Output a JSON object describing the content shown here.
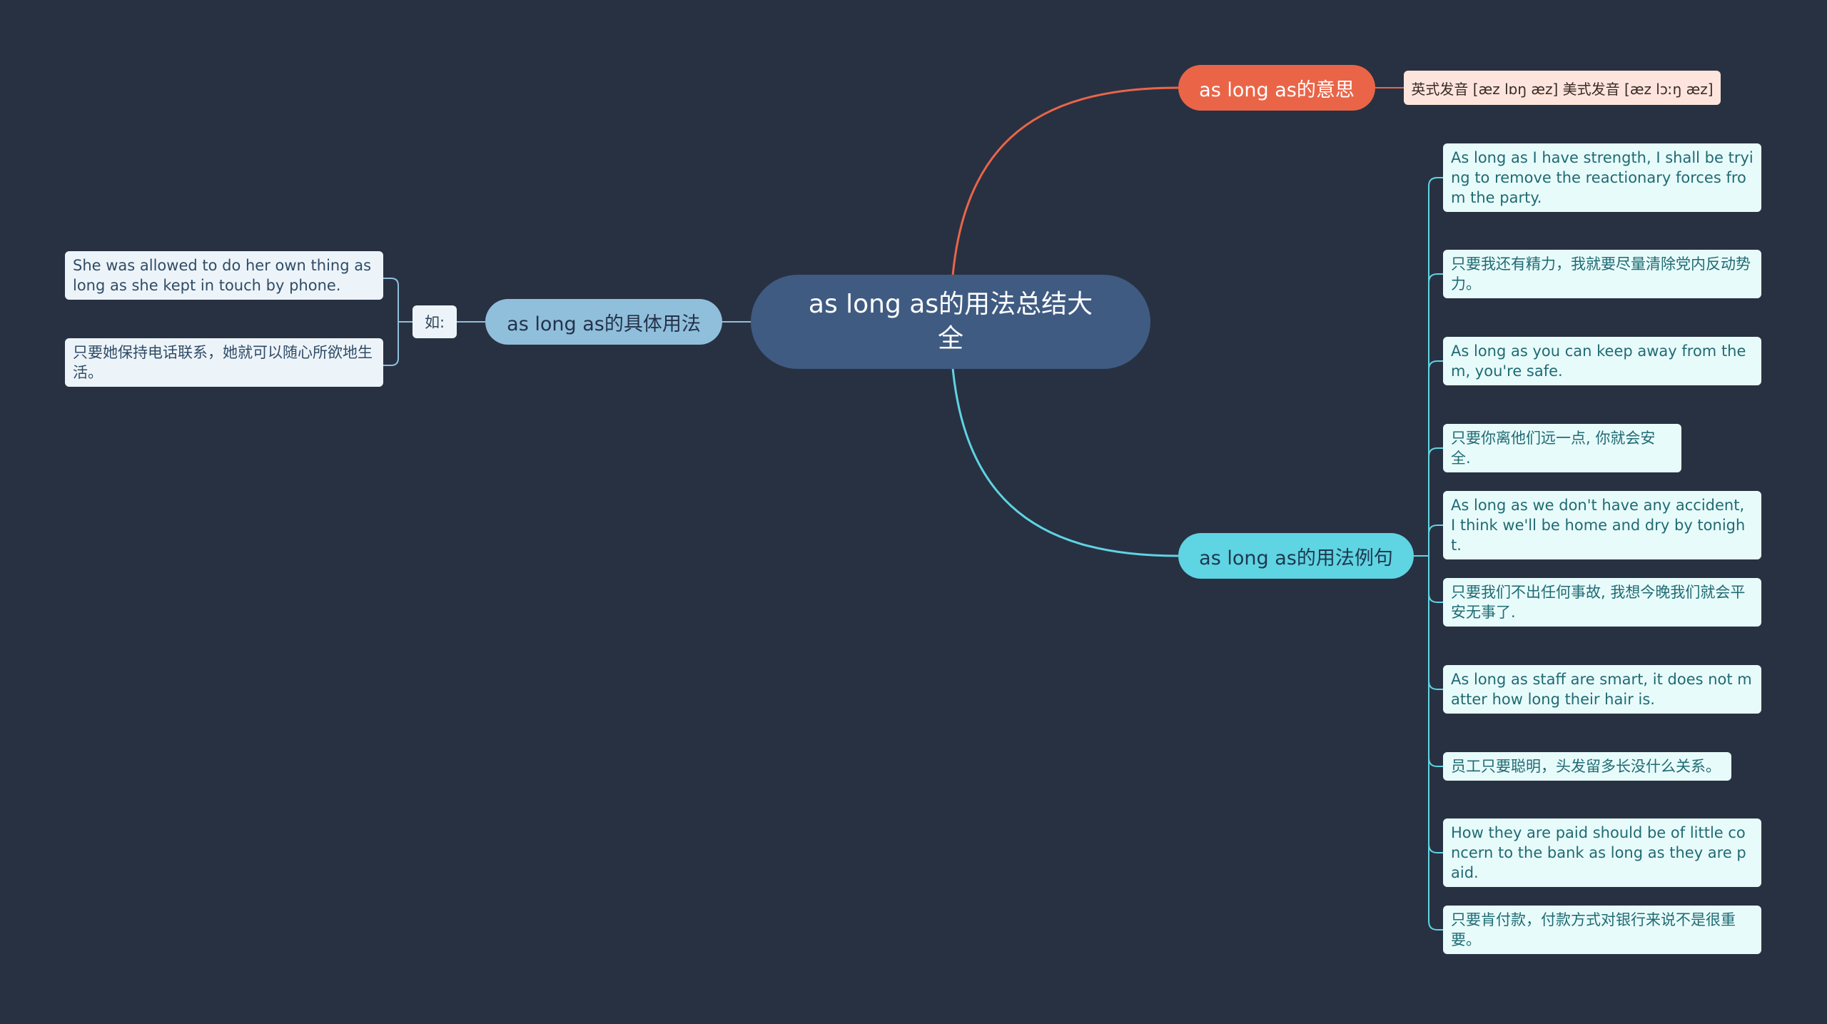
{
  "root": {
    "label": "as long as的用法总结大全"
  },
  "meaning": {
    "label": "as long as的意思",
    "pronunciation": "英式发音 [æz lɒŋ æz] 美式发音 [æz lɔːŋ æz]"
  },
  "usage": {
    "label": "as long as的具体用法",
    "ru_label": "如:",
    "examples": [
      "She was allowed to do her own thing as long as she kept in touch by phone.",
      "只要她保持电话联系，她就可以随心所欲地生活。"
    ]
  },
  "examples_branch": {
    "label": "as long as的用法例句",
    "items": [
      "As long as I have strength, I shall be trying to remove the reactionary forces from the party.",
      "只要我还有精力，我就要尽量清除党内反动势力。",
      "As long as you can keep away from them, you're safe.",
      "只要你离他们远一点, 你就会安全.",
      "As long as we don't have any accident, I think we'll be home and dry by tonight.",
      "只要我们不出任何事故, 我想今晚我们就会平安无事了.",
      "As long as staff are smart, it does not matter how long their hair is.",
      "员工只要聪明，头发留多长没什么关系。",
      "How they are paid should be of little concern to the bank as long as they are paid.",
      "只要肯付款，付款方式对银行来说不是很重要。"
    ]
  },
  "colors": {
    "background": "#283142",
    "root": "#3f5b82",
    "meaning": "#ea6548",
    "usage": "#90bfdc",
    "examples": "#5fd4e2"
  }
}
